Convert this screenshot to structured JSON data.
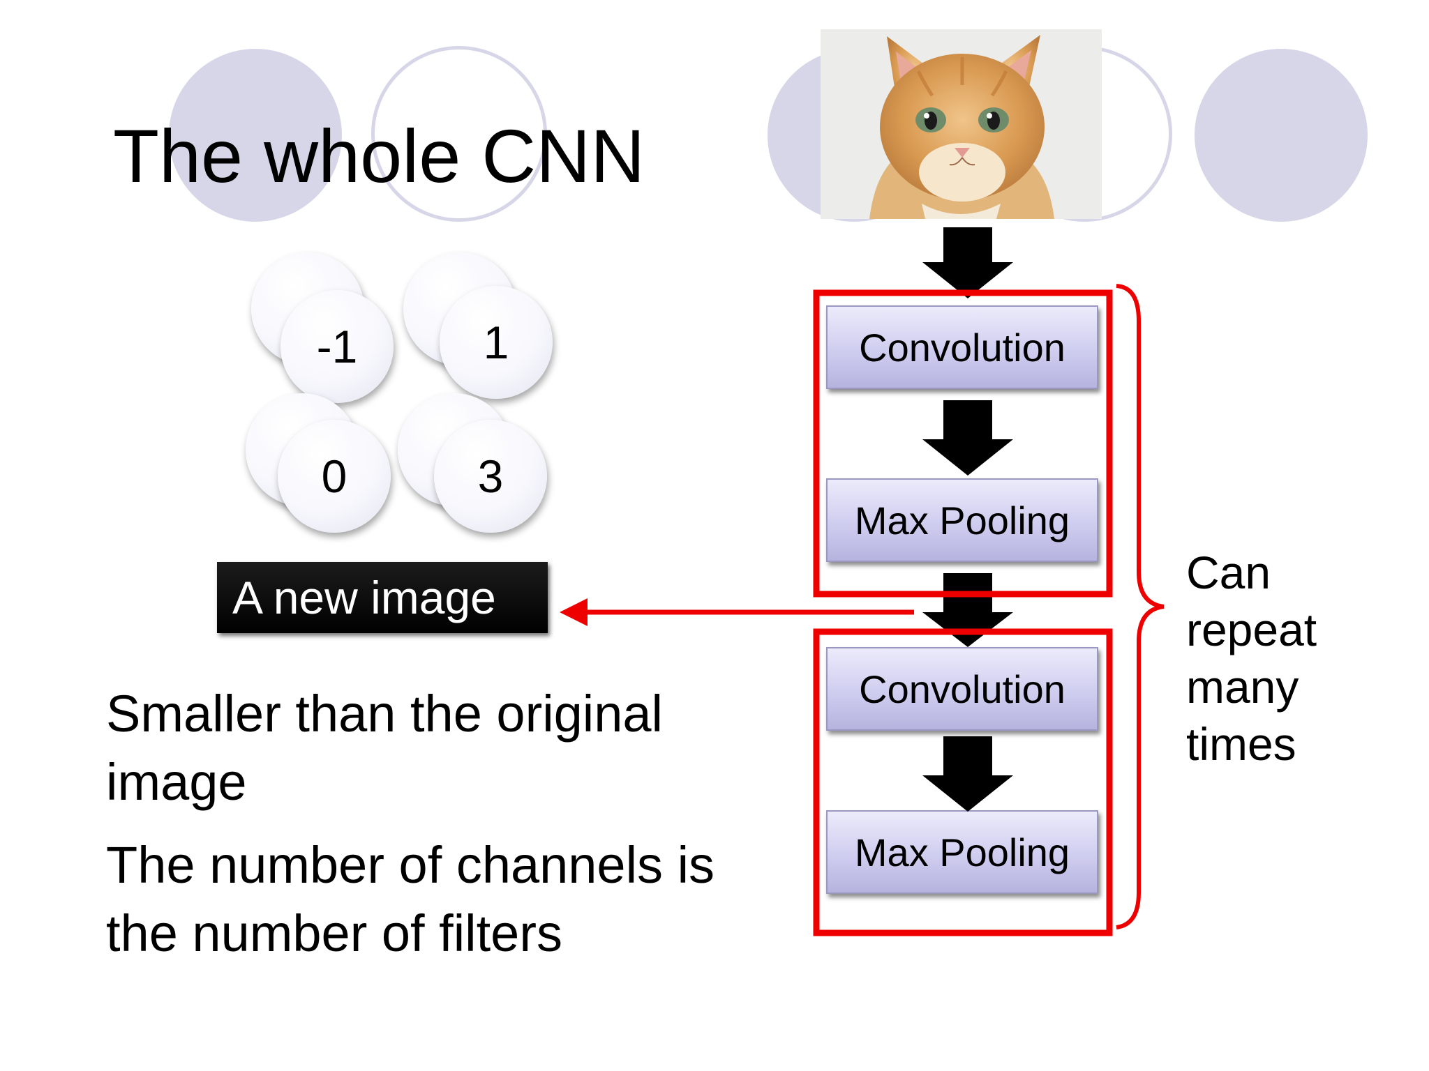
{
  "slide": {
    "title": "The whole CNN",
    "feature_map_values": [
      "-1",
      "1",
      "0",
      "3"
    ],
    "new_image_label": "A new image",
    "notes": [
      "Smaller than the original image",
      "The number of channels is the number of filters"
    ],
    "pipeline": {
      "input_image": "kitten photo",
      "stages": [
        "Convolution",
        "Max Pooling",
        "Convolution",
        "Max Pooling"
      ]
    },
    "repeat_note": "Can repeat many times"
  },
  "colors": {
    "accent_red": "#ee0000",
    "decor_circle": "#d6d6e8",
    "layer_box": "#cfcdef",
    "label_box": "#000000"
  },
  "icons": {
    "flow_arrow": "down-arrow-icon",
    "output_arrow": "left-arrow-icon",
    "group_brace": "right-curly-brace"
  }
}
